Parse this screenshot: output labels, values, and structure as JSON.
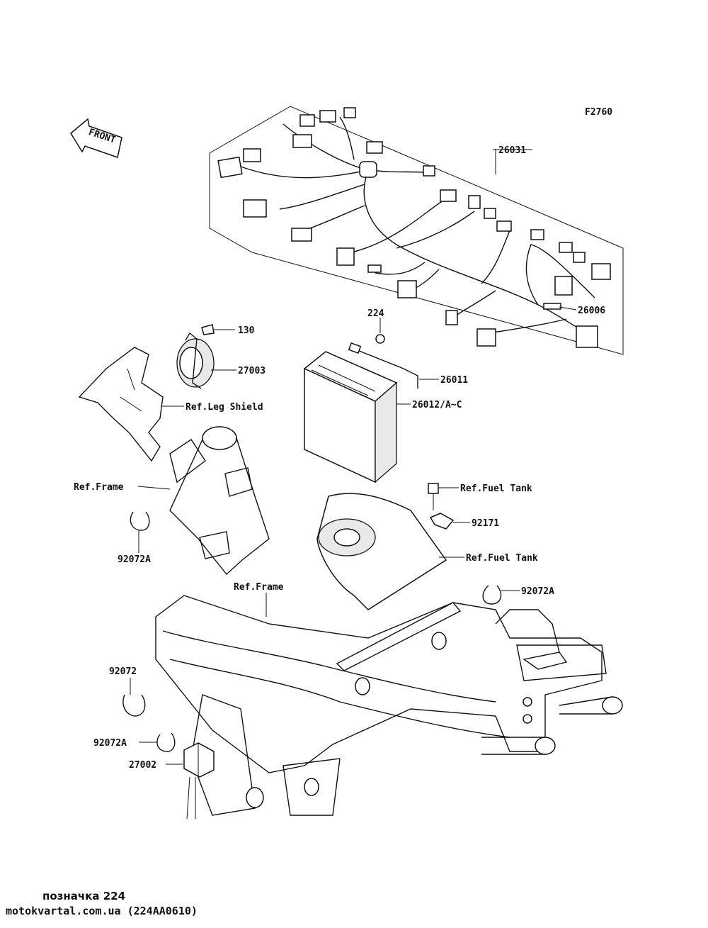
{
  "figure_code": "F2760",
  "front_label": "FRONT",
  "callouts": {
    "harness": "26031",
    "fuse_26006": "26006",
    "bolt_224": "224",
    "bolt_130": "130",
    "horn": "27003",
    "leg_shield": "Ref.Leg Shield",
    "cable_26011": "26011",
    "battery": "26012/A~C",
    "frame_left": "Ref.Frame",
    "fuel_tank_bolt": "Ref.Fuel Tank",
    "clamp_92171": "92171",
    "fuel_tank": "Ref.Fuel Tank",
    "band_92072A_left": "92072A",
    "frame_center": "Ref.Frame",
    "band_92072A_right": "92072A",
    "band_92072": "92072",
    "band_92072A_lower": "92072A",
    "relay": "27002"
  },
  "footer": {
    "line1": "позначка 224",
    "line2": "motokvartal.com.ua (224AA0610)"
  }
}
